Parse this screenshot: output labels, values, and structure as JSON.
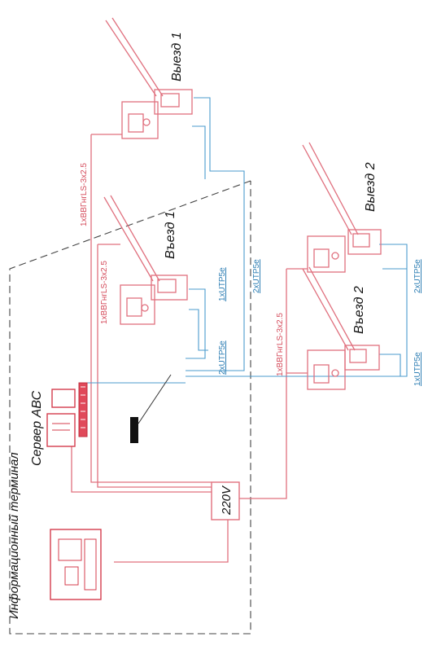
{
  "labels": {
    "exit_1_top": "Выезд 1",
    "entry_1": "Въезд 1",
    "exit_2": "Выезд 2",
    "entry_2": "Въезд 2",
    "server": "Сервер АВС",
    "info_terminal": "Информационный терминал",
    "power": "220V"
  },
  "cables": {
    "power_exit1": "1хВВГнгLS-3х2.5",
    "power_entry1": "1хВВГнгLS-3х2.5",
    "power_group2": "1хВВГнгLS-3х2.5",
    "utp_entry1": "1хUTP5e",
    "utp_exit1": "2хUTP5e",
    "utp_server": "2хUTP5e",
    "utp_exit2": "2хUTP5e",
    "utp_entry2": "1хUTP5e"
  },
  "colors": {
    "power_line": "#e0707e",
    "data_line": "#4b9bcd",
    "boundary": "#444444"
  }
}
